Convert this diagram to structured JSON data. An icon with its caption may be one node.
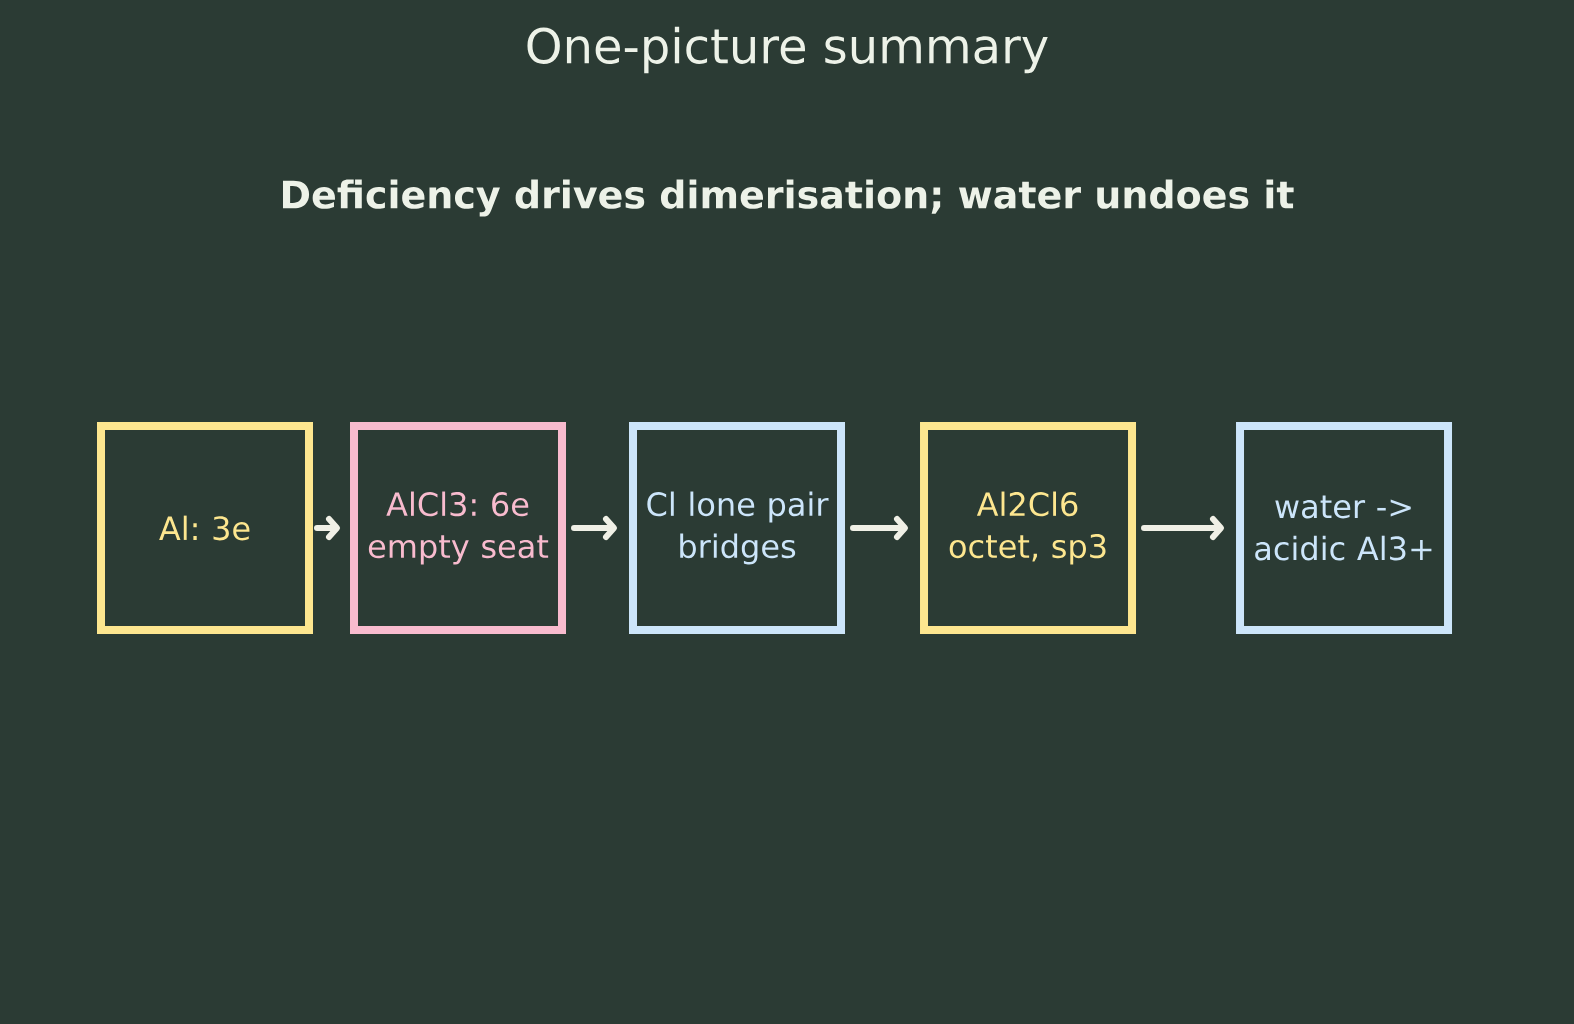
{
  "diagram": {
    "title": "One-picture summary",
    "nodes": [
      {
        "text": [
          "Al: 3e"
        ]
      },
      {
        "text": [
          "AlCl3: 6e empty seat"
        ]
      },
      {
        "text": [
          "Cl lone pair bridges"
        ]
      },
      {
        "text": [
          "Al2Cl6 octet, sp3"
        ]
      },
      {
        "text": [
          "water -> acidic Al3+"
        ]
      }
    ],
    "edges": [
      {
        "from": 0,
        "to": 1,
        "arrow": "to"
      },
      {
        "from": 1,
        "to": 2,
        "arrow": "to"
      },
      {
        "from": 2,
        "to": 3,
        "arrow": "to"
      },
      {
        "from": 3,
        "to": 4,
        "arrow": "to"
      }
    ],
    "labels": [
      "Deficiency drives dimerisation; water undoes it"
    ]
  }
}
